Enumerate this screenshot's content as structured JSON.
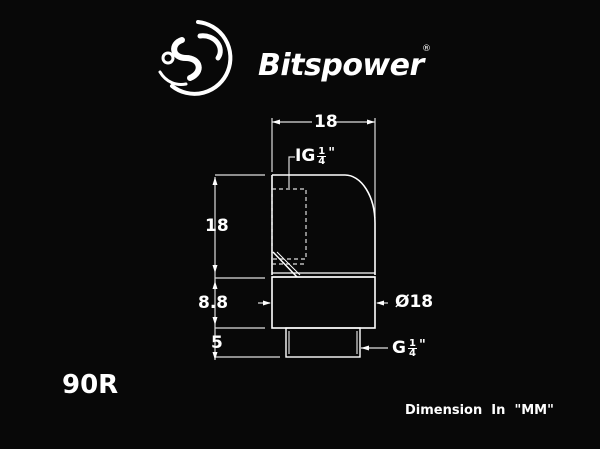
{
  "brand": {
    "name": "Bitspower",
    "registered_mark": "®"
  },
  "model": "90R",
  "dimensions": {
    "width": "18",
    "upper_height": "18",
    "middle_height": "8.8",
    "thread_height": "5",
    "diameter": "Ø18",
    "inner_thread": {
      "prefix": "IG",
      "num": "1",
      "den": "4",
      "unit": "\""
    },
    "outer_thread": {
      "prefix": "G",
      "num": "1",
      "den": "4",
      "unit": "\""
    }
  },
  "footer_note": "Dimension  In  \"MM\""
}
